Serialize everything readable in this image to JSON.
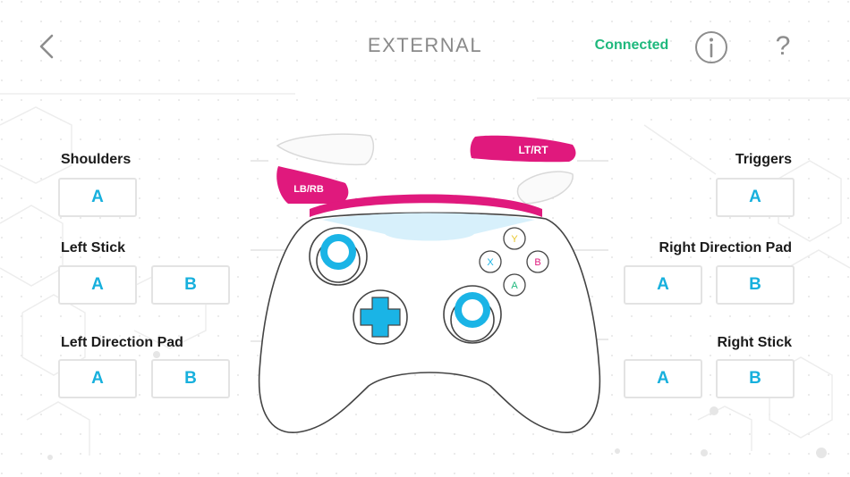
{
  "header": {
    "back_icon": "chevron-left-icon",
    "title": "EXTERNAL",
    "status": "Connected",
    "status_color": "#1fb87d",
    "info_icon": "info-circle-icon",
    "help_label": "?"
  },
  "groups": {
    "shoulders": {
      "label": "Shoulders",
      "buttons": [
        "A"
      ]
    },
    "left_stick": {
      "label": "Left Stick",
      "buttons": [
        "A",
        "B"
      ]
    },
    "left_dpad": {
      "label": "Left Direction Pad",
      "buttons": [
        "A",
        "B"
      ]
    },
    "triggers": {
      "label": "Triggers",
      "buttons": [
        "A"
      ]
    },
    "right_dpad": {
      "label": "Right Direction Pad",
      "buttons": [
        "A",
        "B"
      ]
    },
    "right_stick": {
      "label": "Right Stick",
      "buttons": [
        "A",
        "B"
      ]
    }
  },
  "controller": {
    "lb_rb_label": "LB/RB",
    "lt_rt_label": "LT/RT",
    "face_buttons": {
      "y": "Y",
      "x": "X",
      "b": "B",
      "a": "A"
    },
    "colors": {
      "accent": "#e0197d",
      "stick": "#1ab4e6",
      "bumper_glow": "#d7f0fb"
    }
  }
}
